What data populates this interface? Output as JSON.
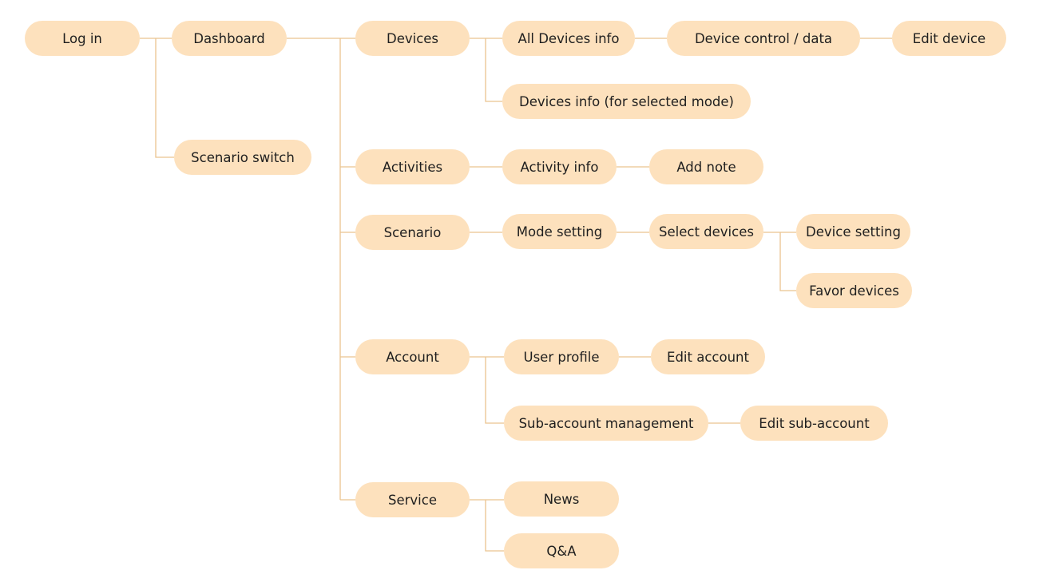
{
  "style": {
    "node_fill": "#fde1bd",
    "connector_color": "#eac48f",
    "text_color": "#1f1f1f"
  },
  "nodes": {
    "login": "Log in",
    "dashboard": "Dashboard",
    "scenario_switch": "Scenario switch",
    "devices": "Devices",
    "activities": "Activities",
    "scenario": "Scenario",
    "account": "Account",
    "service": "Service",
    "all_devices_info": "All Devices info",
    "devices_info_selected_mode": "Devices info (for selected mode)",
    "device_control_data": "Device control / data",
    "edit_device": "Edit device",
    "activity_info": "Activity info",
    "add_note": "Add note",
    "mode_setting": "Mode setting",
    "select_devices": "Select devices",
    "device_setting": "Device setting",
    "favor_devices": "Favor devices",
    "user_profile": "User profile",
    "edit_account": "Edit account",
    "sub_account_management": "Sub-account management",
    "edit_sub_account": "Edit sub-account",
    "news": "News",
    "qa": "Q&A"
  }
}
